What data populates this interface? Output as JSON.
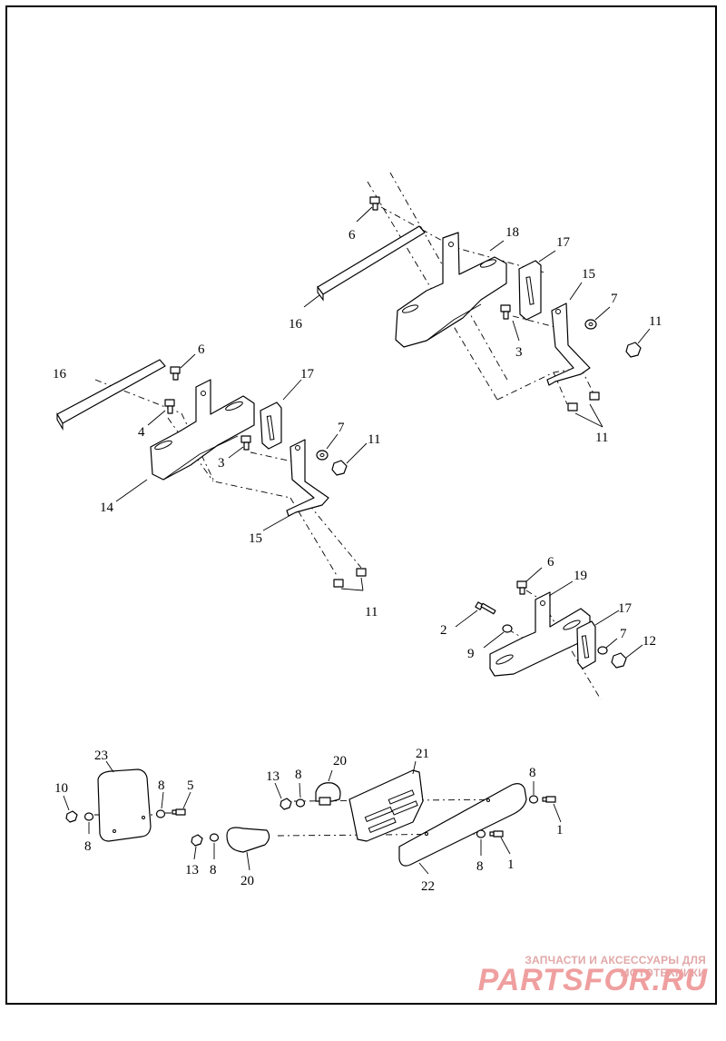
{
  "callouts": [
    {
      "id": "c6a",
      "label": "6"
    },
    {
      "id": "c18",
      "label": "18"
    },
    {
      "id": "c17a",
      "label": "17"
    },
    {
      "id": "c15a",
      "label": "15"
    },
    {
      "id": "c7a",
      "label": "7"
    },
    {
      "id": "c11a",
      "label": "11"
    },
    {
      "id": "c3a",
      "label": "3"
    },
    {
      "id": "c16a",
      "label": "16"
    },
    {
      "id": "c11b",
      "label": "11"
    },
    {
      "id": "c16b",
      "label": "16"
    },
    {
      "id": "c6b",
      "label": "6"
    },
    {
      "id": "c17b",
      "label": "17"
    },
    {
      "id": "c4",
      "label": "4"
    },
    {
      "id": "c7b",
      "label": "7"
    },
    {
      "id": "c11c",
      "label": "11"
    },
    {
      "id": "c3b",
      "label": "3"
    },
    {
      "id": "c14",
      "label": "14"
    },
    {
      "id": "c15b",
      "label": "15"
    },
    {
      "id": "c11d",
      "label": "11"
    },
    {
      "id": "c6c",
      "label": "6"
    },
    {
      "id": "c19",
      "label": "19"
    },
    {
      "id": "c17c",
      "label": "17"
    },
    {
      "id": "c2",
      "label": "2"
    },
    {
      "id": "c7c",
      "label": "7"
    },
    {
      "id": "c9",
      "label": "9"
    },
    {
      "id": "c12",
      "label": "12"
    },
    {
      "id": "c23",
      "label": "23"
    },
    {
      "id": "c20a",
      "label": "20"
    },
    {
      "id": "c21",
      "label": "21"
    },
    {
      "id": "c13a",
      "label": "13"
    },
    {
      "id": "c8a",
      "label": "8"
    },
    {
      "id": "c10",
      "label": "10"
    },
    {
      "id": "c8b",
      "label": "8"
    },
    {
      "id": "c5",
      "label": "5"
    },
    {
      "id": "c8c",
      "label": "8"
    },
    {
      "id": "c8d",
      "label": "8"
    },
    {
      "id": "c1a",
      "label": "1"
    },
    {
      "id": "c13b",
      "label": "13"
    },
    {
      "id": "c8e",
      "label": "8"
    },
    {
      "id": "c20b",
      "label": "20"
    },
    {
      "id": "c8f",
      "label": "8"
    },
    {
      "id": "c1b",
      "label": "1"
    },
    {
      "id": "c22",
      "label": "22"
    }
  ],
  "watermark": {
    "tagline": "ЗАПЧАСТИ И АКСЕССУАРЫ ДЛЯ МОТОТЕХНИКИ",
    "logo": "PARTSFOR.RU",
    "color": "#ef9f9f"
  }
}
